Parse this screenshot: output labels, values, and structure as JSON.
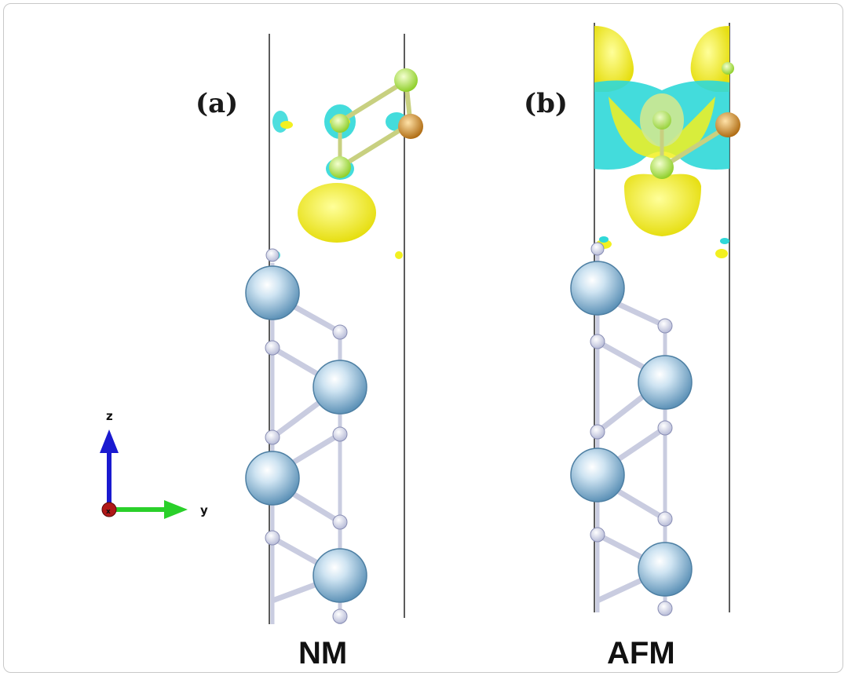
{
  "panels": [
    {
      "id": "a",
      "label": "(a)",
      "state": "NM"
    },
    {
      "id": "b",
      "label": "(b)",
      "state": "AFM"
    }
  ],
  "axes": {
    "z_label": "z",
    "y_label": "y",
    "x_label": "x"
  },
  "colors": {
    "density_positive": "#f2f020",
    "density_negative": "#2fd8d8",
    "large_atom": "#7fb3d6",
    "small_atom": "#e6e8f5",
    "adsorbate_green": "#c8f060",
    "adsorbate_orange": "#d9952e",
    "axis_z": "#1a1ad0",
    "axis_y": "#2ad02a",
    "axis_x": "#b01818"
  }
}
